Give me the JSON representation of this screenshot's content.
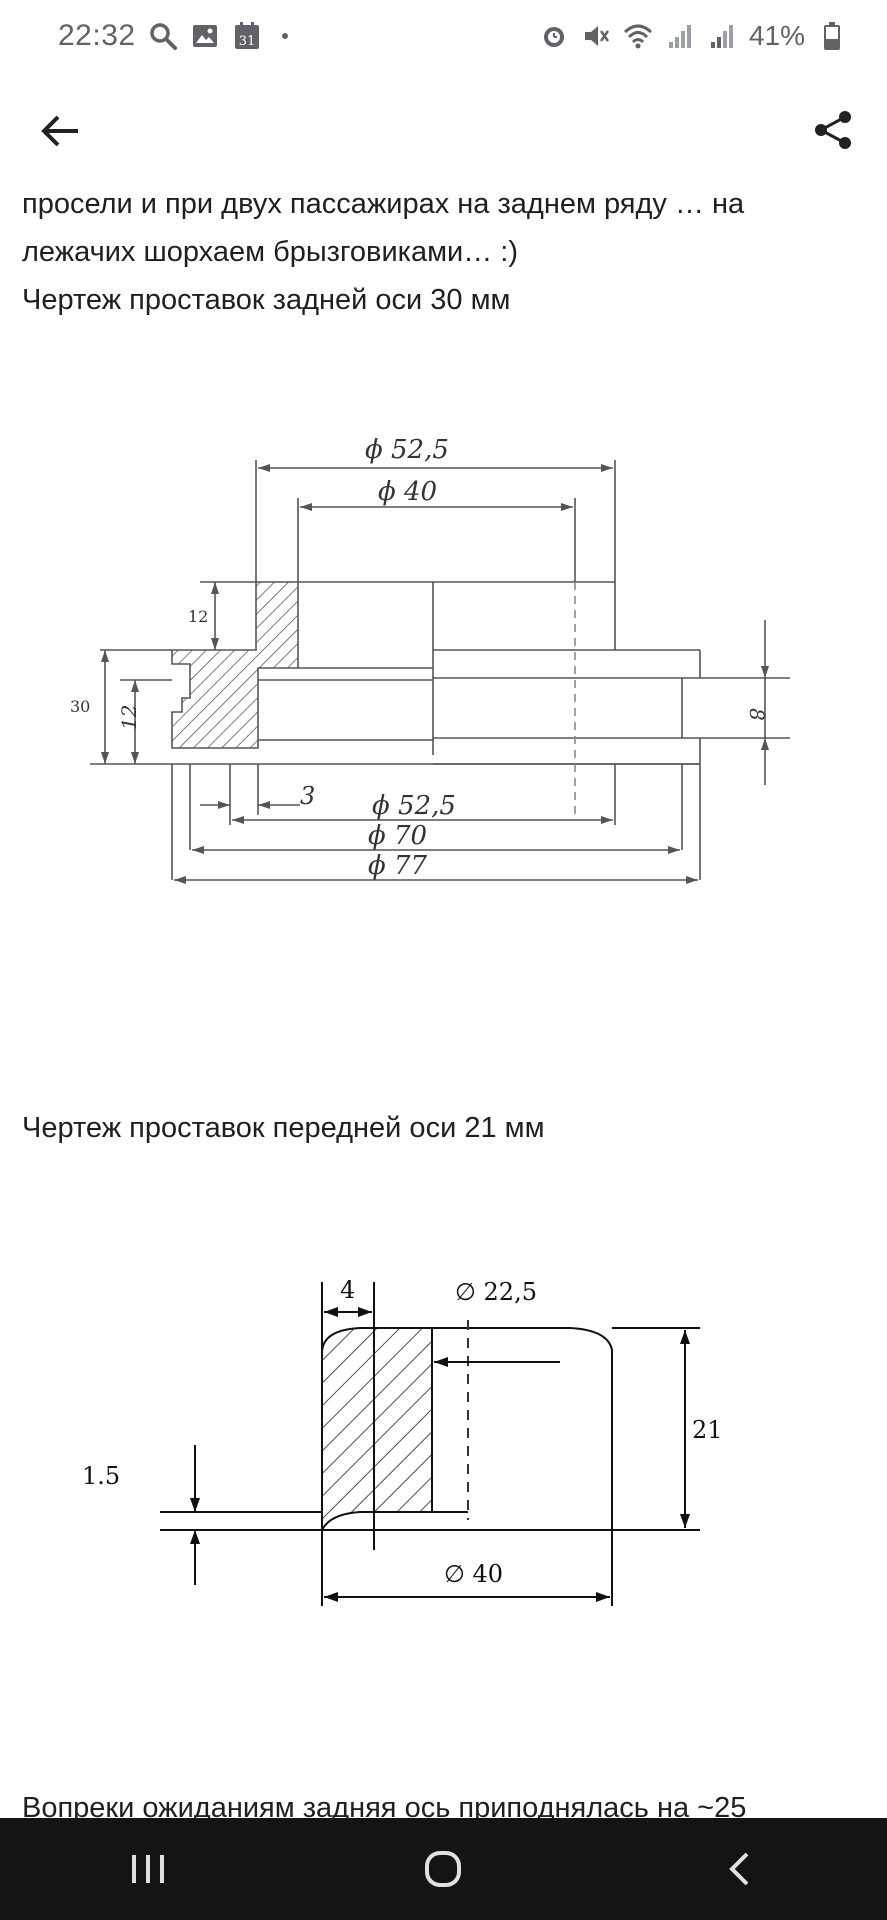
{
  "status_bar": {
    "time": "22:32",
    "battery": "41%",
    "left_icons": [
      "search-icon",
      "image-icon",
      "calendar-icon"
    ],
    "right_icons": [
      "alarm-icon",
      "mute-icon",
      "wifi-icon",
      "signal-icon",
      "signal-icon",
      "battery-icon"
    ],
    "calendar_day": "31"
  },
  "app_bar": {
    "back_icon": "arrow-left-icon",
    "share_icon": "share-icon"
  },
  "article": {
    "line1": "просели и при двух пассажирах на заднем ряду … на",
    "line2": "лежачих шорхаем брызговиками… :)",
    "caption1": "Чертеж проставок задней оси 30 мм",
    "caption2": "Чертеж проставок передней оси 21 мм",
    "cut_line": "Вопреки ожиданиям задняя ось приподнялась на ~25"
  },
  "drawing1": {
    "dim_top1": "ϕ 52,5",
    "dim_top2": "ϕ 40",
    "dim_12_top": "12",
    "dim_30": "30",
    "dim_12_side": "12",
    "dim_8": "8",
    "dim_3": "3",
    "dim_bottom1": "ϕ 52,5",
    "dim_bottom2": "ϕ 70",
    "dim_bottom3": "ϕ 77"
  },
  "drawing2": {
    "dim_4": "4",
    "dim_d225": "∅ 22,5",
    "dim_21": "21",
    "dim_15": "1.5",
    "dim_d40": "∅ 40"
  },
  "nav_bar": {
    "recents_icon": "recents-icon",
    "home_icon": "home-icon",
    "back_icon": "nav-back-icon"
  },
  "colors": {
    "nav_background": "#141414",
    "status_text": "#5f6368"
  }
}
